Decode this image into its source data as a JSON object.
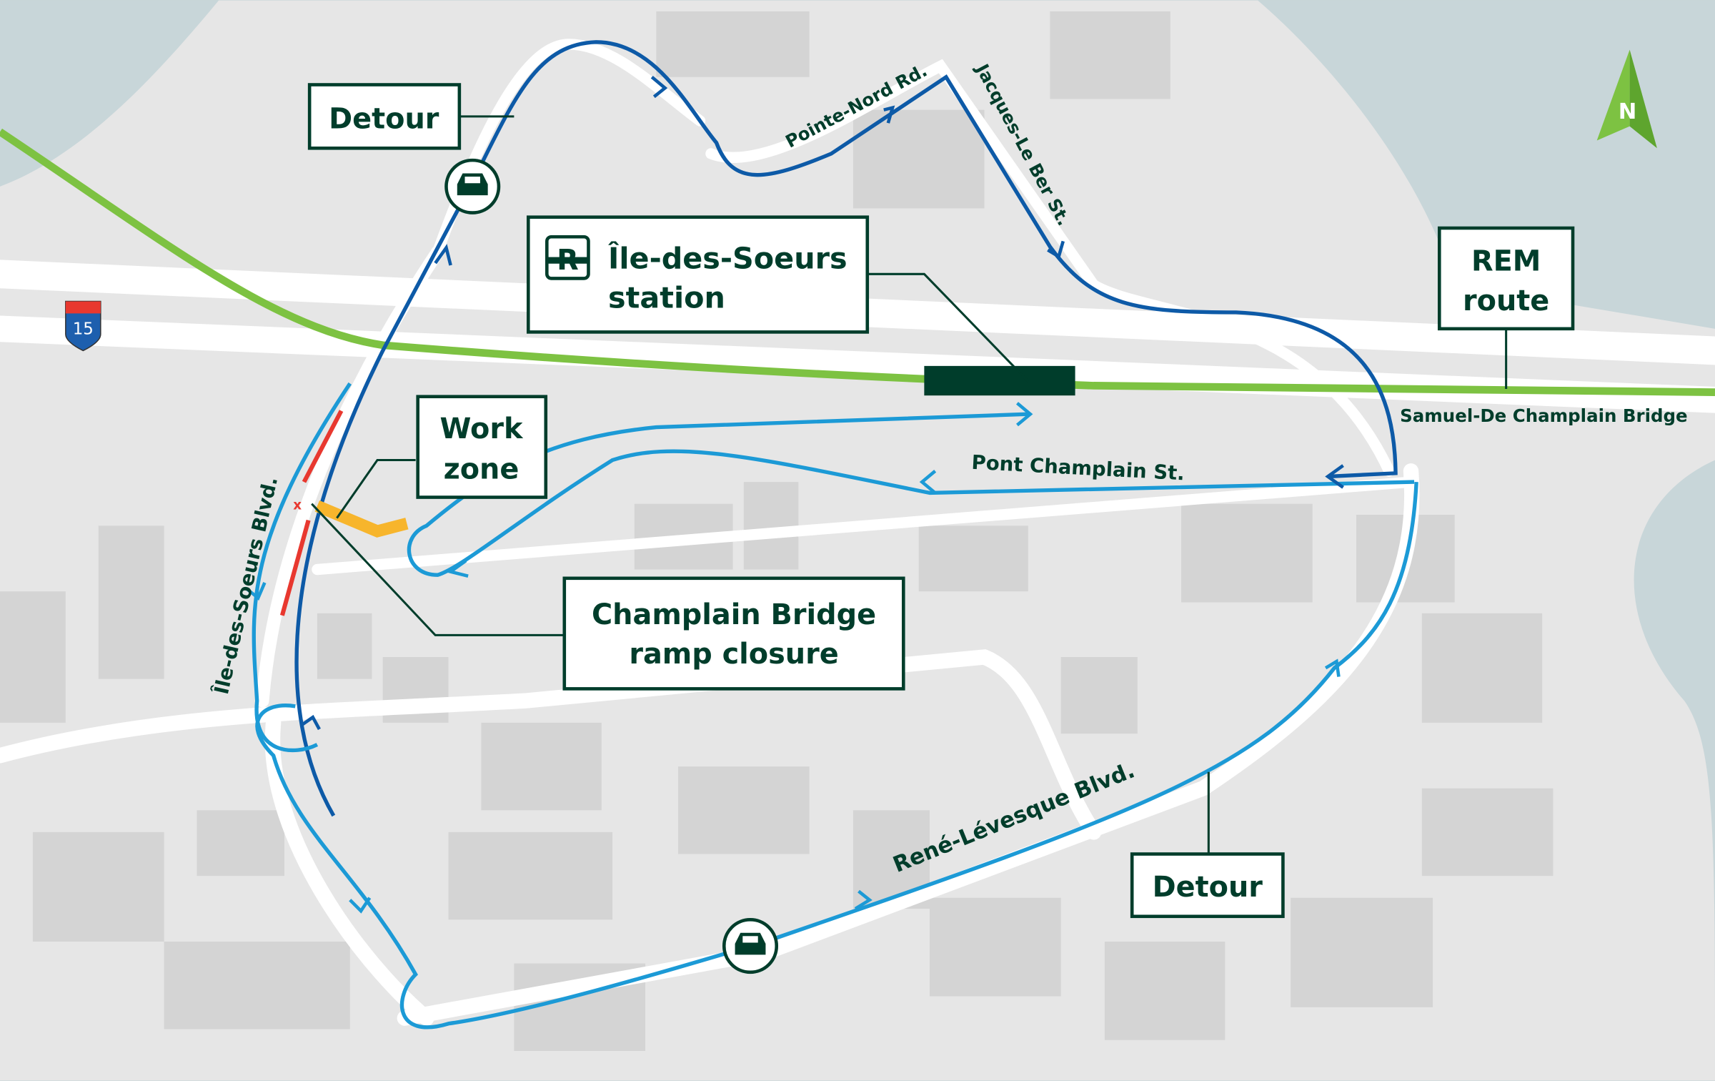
{
  "map": {
    "callouts": {
      "detour_top": "Detour",
      "detour_bottom": "Detour",
      "station_line1": "Île-des-Soeurs",
      "station_line2": "station",
      "rem_line1": "REM",
      "rem_line2": "route",
      "work_line1": "Work",
      "work_line2": "zone",
      "closure_line1": "Champlain Bridge",
      "closure_line2": "ramp closure"
    },
    "street_labels": {
      "pointe_nord": "Pointe-Nord Rd.",
      "jacques_le_ber": "Jacques-Le Ber St.",
      "samuel_de_champlain": "Samuel-De Champlain Bridge",
      "pont_champlain": "Pont Champlain St.",
      "ile_des_soeurs_blvd": "Île-des-Soeurs Blvd.",
      "rene_levesque": "René-Lévesque Blvd."
    },
    "highway_shield": "15",
    "rem_icon_letter": "R",
    "compass": "N",
    "closure_marker": "x",
    "colors": {
      "water": "#c8d6d9",
      "land": "#e6e6e6",
      "building": "#d4d4d4",
      "road": "#ffffff",
      "detour_dark": "#0d5aa7",
      "detour_light": "#1c9ad6",
      "rem_green": "#7dc242",
      "brand_dark": "#003d2b",
      "closure_red": "#e8382f",
      "work_zone": "#f7b52c"
    }
  }
}
